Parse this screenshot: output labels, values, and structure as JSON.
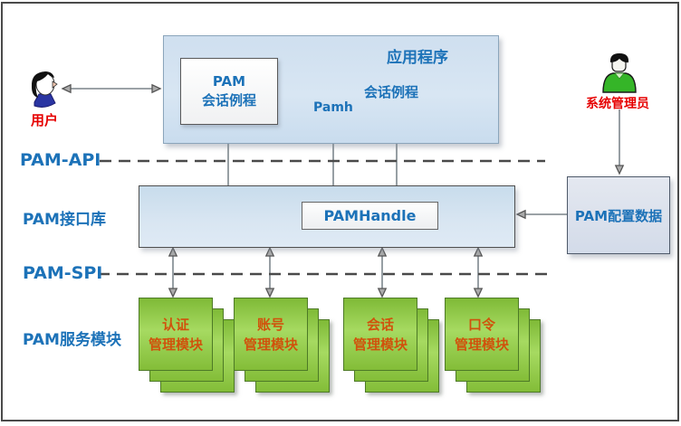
{
  "diagram": {
    "layers": {
      "pam_api": "PAM-API",
      "pam_lib_label": "PAM接口库",
      "pam_spi": "PAM-SPI",
      "pam_modules_label": "PAM服务模块"
    },
    "actors": {
      "user_label": "用户",
      "admin_label": "系统管理员"
    },
    "app": {
      "title": "应用程序",
      "session_box": {
        "line1": "PAM",
        "line2": "会话例程"
      },
      "session_routine_label": "会话例程",
      "pamh_label": "Pamh"
    },
    "lib": {
      "pamhandle_label": "PAMHandle"
    },
    "config": {
      "label": "PAM配置数据"
    },
    "modules": [
      {
        "line1": "认证",
        "line2": "管理模块"
      },
      {
        "line1": "账号",
        "line2": "管理模块"
      },
      {
        "line1": "会话",
        "line2": "管理模块"
      },
      {
        "line1": "口令",
        "line2": "管理模块"
      }
    ],
    "colors": {
      "label_blue": "#1c72b8",
      "actor_red": "#e60000",
      "module_text_orange": "#d0520c",
      "module_green": "#8cc63f",
      "app_box_fill": "#d2e1f0",
      "config_fill": "#dde3ee",
      "connector_grey": "#5f6b72"
    }
  }
}
